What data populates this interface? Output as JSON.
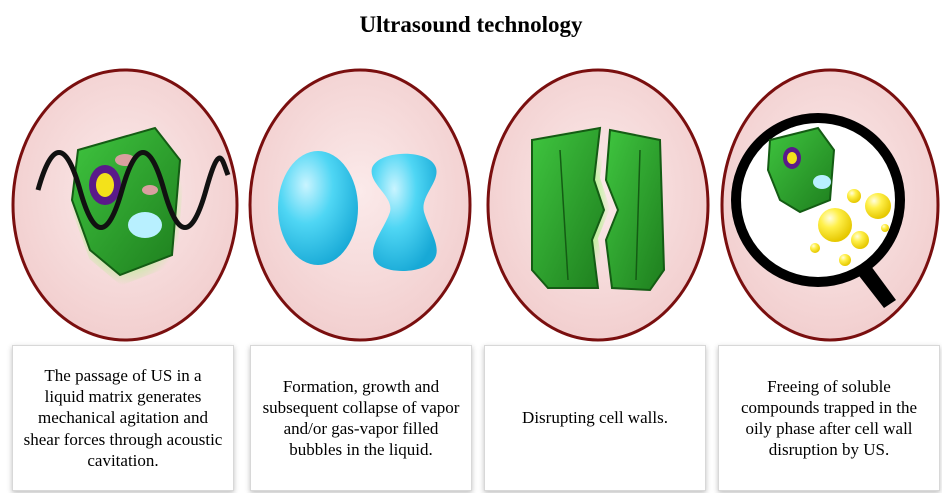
{
  "title": "Ultrasound technology",
  "panels": [
    {
      "icon": "plant-cell-with-sound-wave-icon",
      "caption": "The passage of US in a liquid matrix generates mechanical agitation and shear forces through acoustic cavitation."
    },
    {
      "icon": "cavitation-bubbles-icon",
      "caption": "Formation, growth and subsequent collapse of vapor and/or gas-vapor filled bubbles in the liquid."
    },
    {
      "icon": "broken-cell-wall-icon",
      "caption": "Disrupting cell walls."
    },
    {
      "icon": "magnifier-released-oil-icon",
      "caption": "Freeing of soluble compounds trapped in the oily phase after cell wall disruption by US."
    }
  ],
  "colors": {
    "circle_fill": "#f7dcdc",
    "circle_border": "#7a0f0f",
    "cell_green": "#2ea82e",
    "bubble_blue": "#36c8ec",
    "oil_yellow": "#f3e21a"
  }
}
